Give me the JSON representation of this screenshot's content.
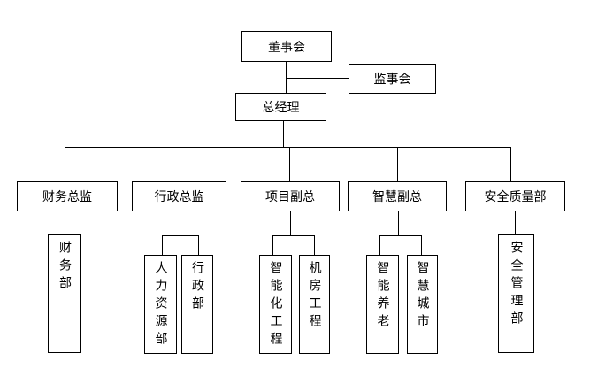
{
  "org": {
    "board": "董事会",
    "supervisory": "监事会",
    "gm": "总经理",
    "departments": [
      {
        "title": "财务总监",
        "children": [
          "财务部"
        ]
      },
      {
        "title": "行政总监",
        "children": [
          "人力资源部",
          "行政部"
        ]
      },
      {
        "title": "项目副总",
        "children": [
          "智能化工程",
          "机房工程"
        ]
      },
      {
        "title": "智慧副总",
        "children": [
          "智能养老",
          "智慧城市"
        ]
      },
      {
        "title": "安全质量部",
        "children": [
          "安全管理部"
        ]
      }
    ]
  }
}
